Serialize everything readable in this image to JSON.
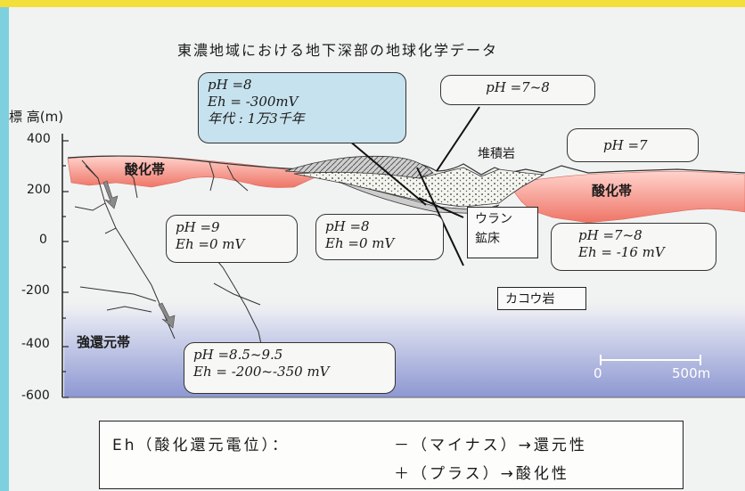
{
  "title": "東濃地域における地下深部の地球化学データ",
  "y_axis": {
    "label": "標 高(m)",
    "ticks": [
      "400",
      "200",
      "0",
      "-200",
      "-400",
      "-600"
    ]
  },
  "zones": {
    "oxidized_left": "酸化帯",
    "oxidized_right": "酸化帯",
    "reducing": "強還元帯"
  },
  "rock_labels": {
    "sedimentary": "堆積岩",
    "uranium_line1": "ウラン",
    "uranium_line2": "鉱床",
    "granite": "カコウ岩"
  },
  "boxes": {
    "top_center": [
      "pH =8",
      "Eh = -300mV",
      "年代 : 1万3千年"
    ],
    "top_right": [
      "pH =7~8"
    ],
    "right_upper": [
      "pH =7"
    ],
    "mid_left": [
      "pH =9",
      "Eh =0 mV"
    ],
    "mid_center": [
      "pH =8",
      "Eh =0  mV"
    ],
    "right_lower": [
      "pH =7~8",
      "Eh = -16 mV"
    ],
    "bottom": [
      "pH =8.5~9.5",
      "Eh = -200~-350 mV"
    ]
  },
  "scale": {
    "zero": "0",
    "end": "500m"
  },
  "legend": {
    "prefix": "Eh（酸化還元電位）：",
    "minus": "－（マイナス）→還元性",
    "plus": "＋（プラス）→酸化性"
  },
  "colors": {
    "oxidized": "#f08a80",
    "reducing": "#9aa4d8",
    "box_blue": "#c6e2ee",
    "top_bar": "#f3df3a",
    "side_bar": "#7fd0de"
  }
}
